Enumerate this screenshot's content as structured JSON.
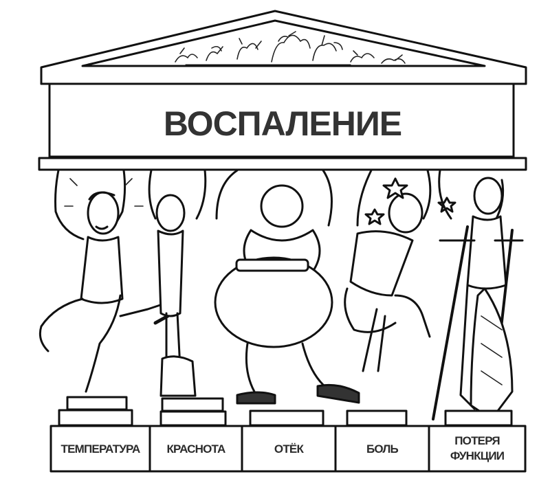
{
  "title": "ВОСПАЛЕНИЕ",
  "pillars": [
    {
      "label": "ТЕМПЕРАТУРА"
    },
    {
      "label": "КРАСНОТА"
    },
    {
      "label": "ОТЁК"
    },
    {
      "label": "БОЛЬ"
    },
    {
      "label": "ПОТЕРЯ",
      "label2": "ФУНКЦИИ"
    }
  ]
}
